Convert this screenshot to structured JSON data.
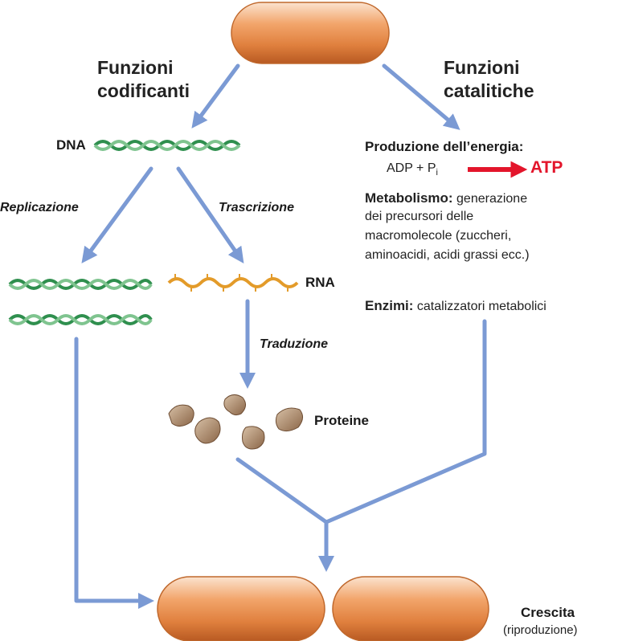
{
  "headers": {
    "coding": [
      "Funzioni",
      "codificanti"
    ],
    "catalytic": [
      "Funzioni",
      "catalitiche"
    ]
  },
  "labels": {
    "dna": "DNA",
    "rna": "RNA",
    "replication": "Replicazione",
    "transcription": "Trascrizione",
    "translation": "Traduzione",
    "proteins": "Proteine",
    "growth": "Crescita",
    "growth_sub": "(riproduzione)"
  },
  "catalytic_panel": {
    "energy_title": "Produzione dell’energia:",
    "equation": {
      "left": "ADP + P",
      "subscript": "i",
      "product": "ATP"
    },
    "metabolism_title": "Metabolismo:",
    "metabolism_lines": [
      "generazione",
      "dei precursori delle",
      "macromolecole (zuccheri,",
      "aminoacidi, acidi grassi ecc.)"
    ],
    "enzymes_title": "Enzimi:",
    "enzymes_text": "catalizzatori metabolici"
  },
  "colors": {
    "arrow": "#7b9ad4",
    "dna": "#2f8f4e",
    "rna": "#e39b2a",
    "cell": "#e8894a",
    "atp": "#e3152b",
    "protein": "#a88462"
  }
}
